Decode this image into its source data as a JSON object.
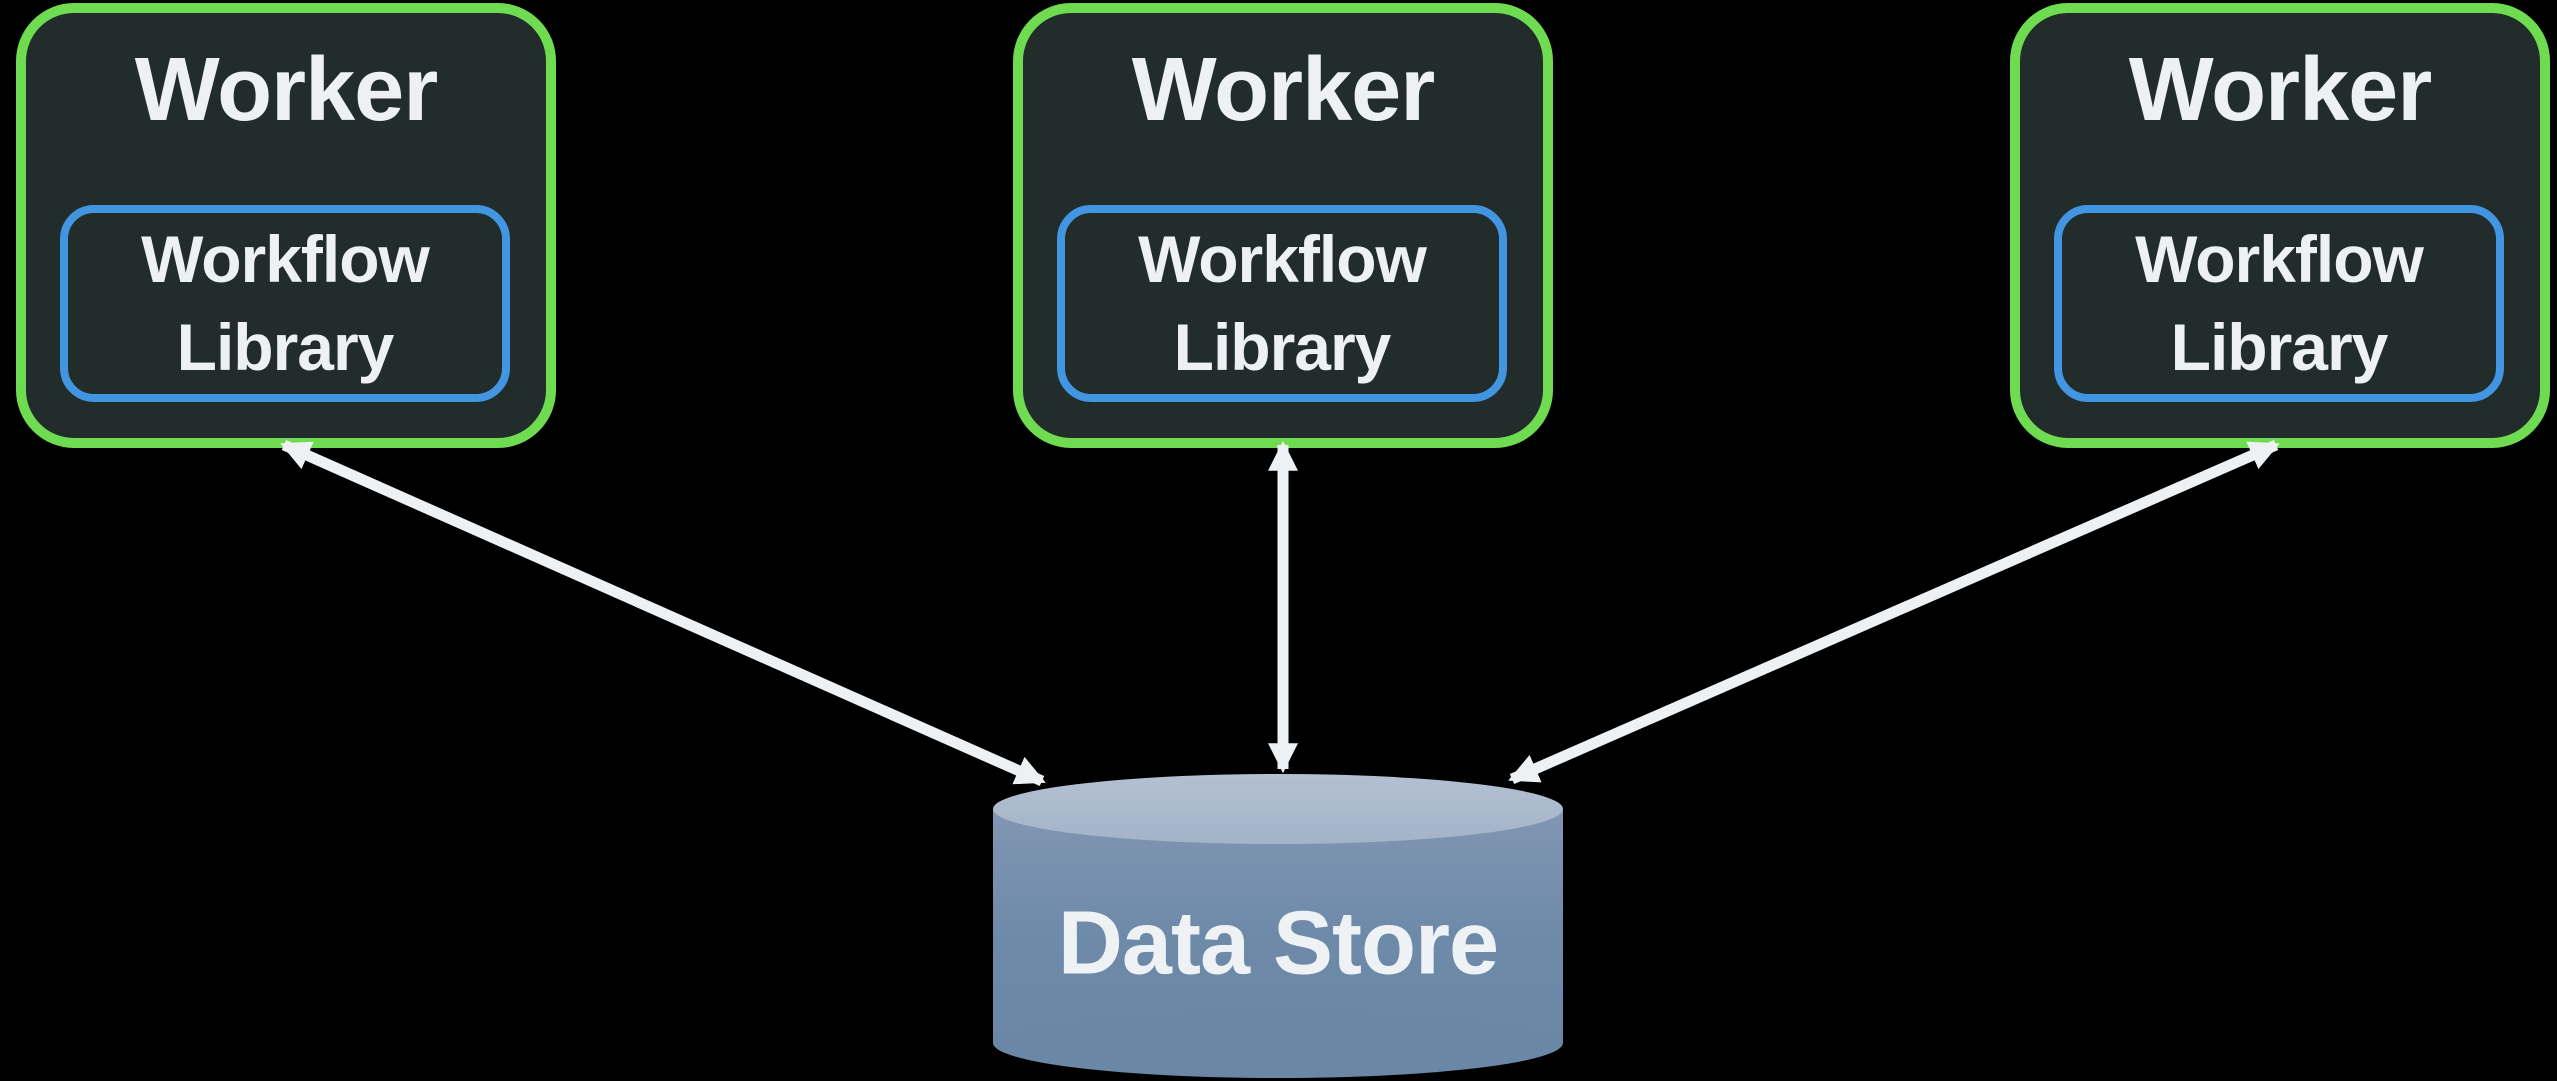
{
  "diagram": {
    "background_color": "#000000",
    "workers": [
      {
        "title": "Worker",
        "library": "Workflow Library"
      },
      {
        "title": "Worker",
        "library": "Workflow Library"
      },
      {
        "title": "Worker",
        "library": "Workflow Library"
      }
    ],
    "datastore": {
      "label": "Data Store"
    },
    "connections": [
      {
        "from": "worker-1",
        "to": "data-store",
        "bidirectional": true
      },
      {
        "from": "worker-2",
        "to": "data-store",
        "bidirectional": true
      },
      {
        "from": "worker-3",
        "to": "data-store",
        "bidirectional": true
      }
    ],
    "colors": {
      "worker_border": "#6fdb51",
      "worker_fill": "#222c2b",
      "library_border": "#4295e1",
      "text": "#edf1f3",
      "cylinder_body": "#6b87a6",
      "cylinder_top": "#a9b7cc",
      "arrow": "#edf1f3"
    }
  }
}
